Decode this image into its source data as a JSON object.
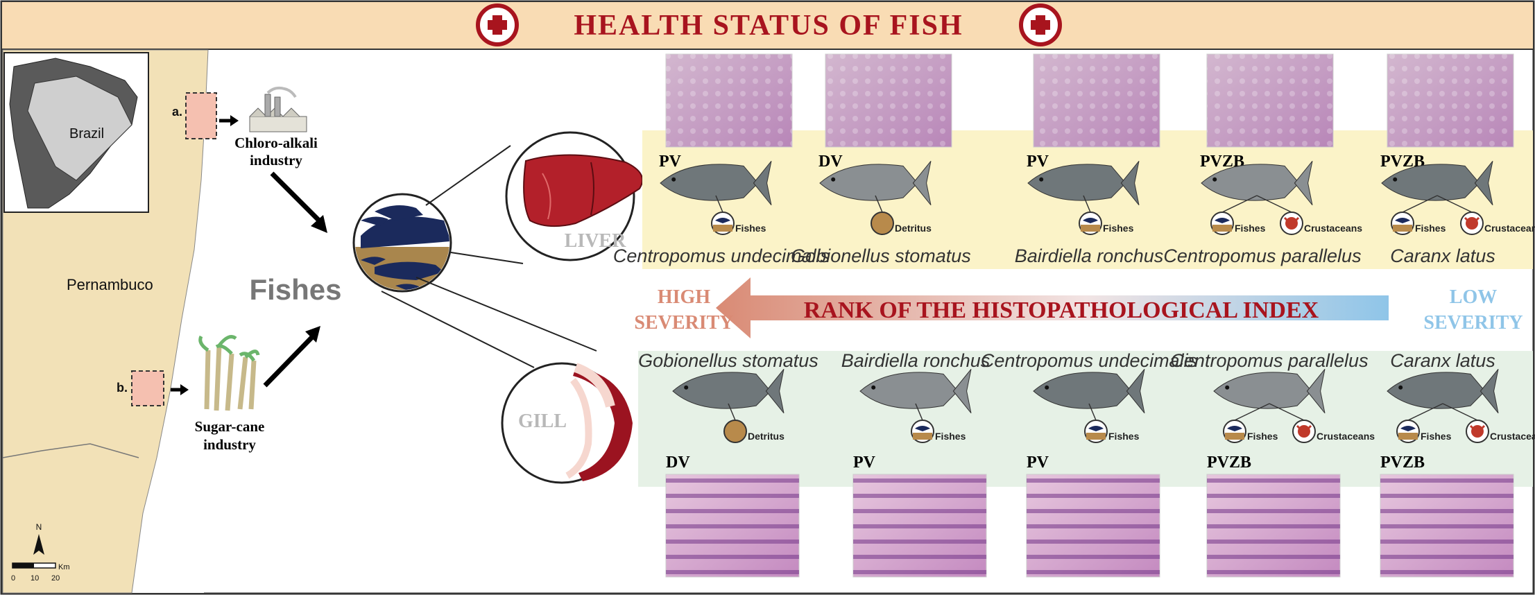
{
  "title": "HEALTH STATUS OF FISH",
  "map": {
    "inset_label": "Brazil",
    "state_label": "Pernambuco",
    "site_a_label": "a.",
    "site_b_label": "b.",
    "north_label": "N",
    "scale_unit": "Km",
    "scale_ticks": [
      "0",
      "10",
      "20"
    ]
  },
  "industries": {
    "a": [
      "Chloro-alkali",
      "industry"
    ],
    "b": [
      "Sugar-cane",
      "industry"
    ]
  },
  "center_label": "Fishes",
  "organs": {
    "liver": "LIVER",
    "gill": "GILL"
  },
  "rank": {
    "label": "RANK OF THE HISTOPATHOLOGICAL INDEX",
    "high": [
      "HIGH",
      "SEVERITY"
    ],
    "low": [
      "LOW",
      "SEVERITY"
    ]
  },
  "liver_row": [
    {
      "code": "PV",
      "species": "Centropomus undecimalis",
      "diet": [
        "Fishes"
      ]
    },
    {
      "code": "DV",
      "species": "Gobionellus stomatus",
      "diet": [
        "Detritus"
      ]
    },
    {
      "code": "PV",
      "species": "Bairdiella ronchus",
      "diet": [
        "Fishes"
      ]
    },
    {
      "code": "PVZB",
      "species": "Centropomus parallelus",
      "diet": [
        "Fishes",
        "Crustaceans"
      ]
    },
    {
      "code": "PVZB",
      "species": "Caranx latus",
      "diet": [
        "Fishes",
        "Crustaceans"
      ]
    }
  ],
  "gill_row": [
    {
      "code": "DV",
      "species": "Gobionellus stomatus",
      "diet": [
        "Detritus"
      ]
    },
    {
      "code": "PV",
      "species": "Bairdiella ronchus",
      "diet": [
        "Fishes"
      ]
    },
    {
      "code": "PV",
      "species": "Centropomus undecimalis",
      "diet": [
        "Fishes"
      ]
    },
    {
      "code": "PVZB",
      "species": "Centropomus parallelus",
      "diet": [
        "Fishes",
        "Crustaceans"
      ]
    },
    {
      "code": "PVZB",
      "species": "Caranx latus",
      "diet": [
        "Fishes",
        "Crustaceans"
      ]
    }
  ],
  "colors": {
    "title_banner": "#f9dcb4",
    "title_text": "#a8141e",
    "liver_band": "#fbf3c8",
    "gill_band": "#e6f1e6",
    "coast": "#f2e1b7",
    "high_severity": "#d98a74",
    "low_severity": "#8fc5e8"
  }
}
